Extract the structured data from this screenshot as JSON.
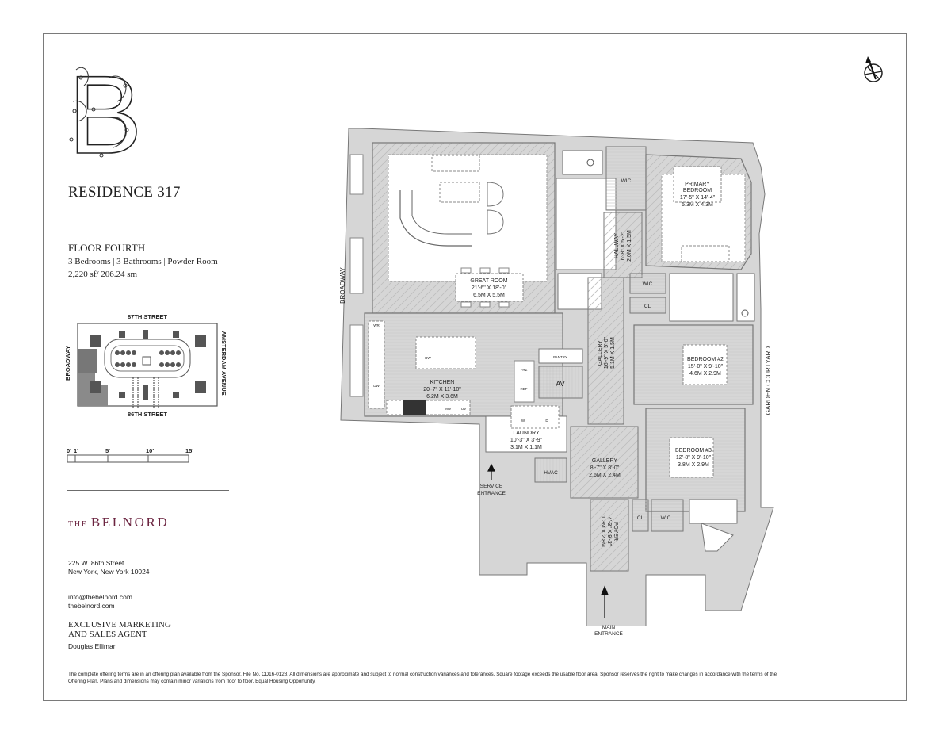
{
  "header": {
    "logo_letter": "B",
    "residence_title": "RESIDENCE 317",
    "floor_title": "FLOOR FOURTH",
    "unit_summary": "3 Bedrooms | 3 Bathrooms | Powder Room",
    "area": "2,220 sf/ 206.24 sm"
  },
  "key_map": {
    "north_street": "87TH STREET",
    "south_street": "86TH STREET",
    "west_street": "BROADWAY",
    "east_street": "AMSTERDAM AVENUE"
  },
  "scale_bar": {
    "ticks": [
      "0'",
      "1'",
      "5'",
      "10'",
      "15'"
    ]
  },
  "brand": {
    "prefix": "THE",
    "name": "BELNORD",
    "color": "#6b2440"
  },
  "contact": {
    "address_line1": "225 W. 86th Street",
    "address_line2": "New York, New York 10024",
    "email": "info@thebelnord.com",
    "website": "thebelnord.com"
  },
  "agent": {
    "title_line1": "EXCLUSIVE MARKETING",
    "title_line2": "AND SALES AGENT",
    "name": "Douglas Elliman"
  },
  "disclaimer": {
    "line1": "The complete offering terms are in an offering plan available from the Sponsor. File No. CD16-0128. All dimensions are approximate and subject to normal construction variances and tolerances. Square footage exceeds the usable floor area. Sponsor reserves the right to make changes in accordance with the terms of the",
    "line2": "Offering Plan. Plans and dimensions may contain minor variations from floor to floor. Equal Housing Opportunity."
  },
  "compass": {
    "icon": "north-arrow-icon"
  },
  "floor_plan": {
    "street_labels": {
      "west": "BROADWAY",
      "east": "GARDEN COURTYARD"
    },
    "rooms": [
      {
        "id": "great-room",
        "name": "GREAT ROOM",
        "imperial": "21'-6\" X 18'-0\"",
        "metric": "6.5M X 5.5M"
      },
      {
        "id": "primary-bedroom",
        "name": "PRIMARY",
        "name2": "BEDROOM",
        "imperial": "17'-5\" X 14'-4\"",
        "metric": "5.3M X 4.3M"
      },
      {
        "id": "hallway",
        "name": "HALLWAY",
        "imperial": "6'-8\" X 5'-2\"",
        "metric": "2.0M X 1.5M"
      },
      {
        "id": "kitchen",
        "name": "KITCHEN",
        "imperial": "20'-7\" X 11'-10\"",
        "metric": "6.2M X 3.6M"
      },
      {
        "id": "gallery-1",
        "name": "GALLERY",
        "imperial": "16'-9\" X 5'-0\"",
        "metric": "5.1M X 1.5M"
      },
      {
        "id": "bedroom-2",
        "name": "BEDROOM #2",
        "imperial": "15'-0\" X 9'-10\"",
        "metric": "4.6M X 2.9M"
      },
      {
        "id": "laundry",
        "name": "LAUNDRY",
        "imperial": "10'-3\" X 3'-9\"",
        "metric": "3.1M X 1.1M"
      },
      {
        "id": "gallery-2",
        "name": "GALLERY",
        "imperial": "8'-7\" X 8'-0\"",
        "metric": "2.6M X 2.4M"
      },
      {
        "id": "bedroom-3",
        "name": "BEDROOM #3",
        "imperial": "12'-8\" X 9'-10\"",
        "metric": "3.8M X 2.9M"
      },
      {
        "id": "foyer",
        "name": "FOYER",
        "imperial": "4'-3\" X 9'-3\"",
        "metric": "1.3M X 2.8M"
      }
    ],
    "small_labels": {
      "wic_1": "WIC",
      "wic_2": "WIC",
      "wic_3": "WIC",
      "cl_1": "CL",
      "cl_2": "CL",
      "av": "AV",
      "hvac": "HVAC",
      "pantry": "PANTRY",
      "frz": "FRZ",
      "ref": "REF",
      "wr": "WR",
      "dw_1": "DW",
      "dw_2": "DW",
      "mw": "MW",
      "ov": "OV",
      "w": "W",
      "d": "D"
    },
    "entrances": {
      "service_line1": "SERVICE",
      "service_line2": "ENTRANCE",
      "main_line1": "MAIN",
      "main_line2": "ENTRANCE"
    }
  }
}
